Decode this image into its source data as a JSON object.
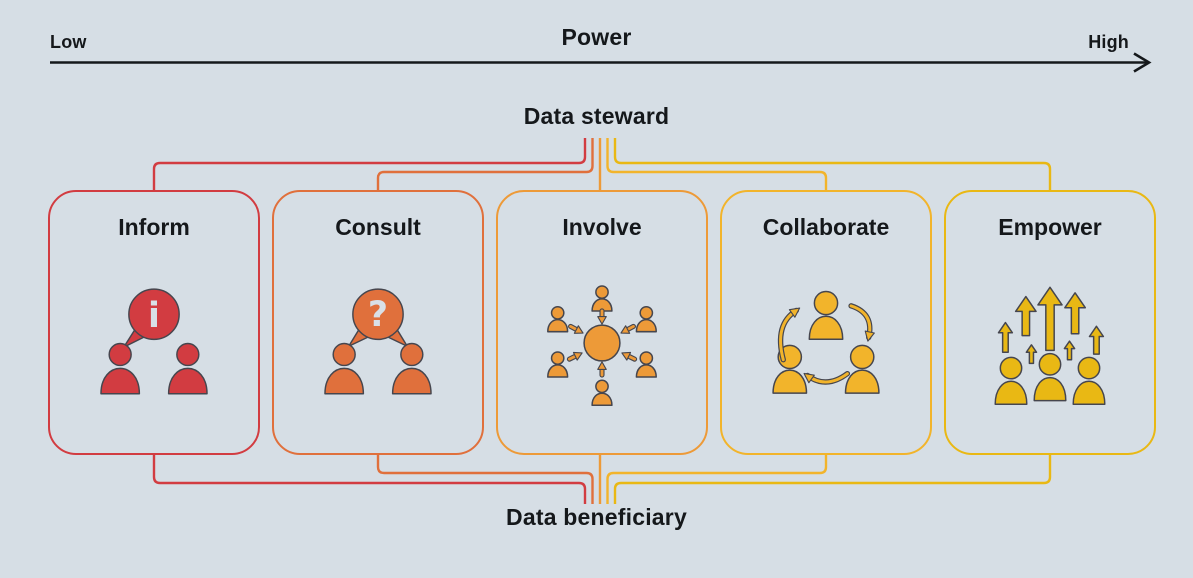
{
  "axis": {
    "title": "Power",
    "left_label": "Low",
    "right_label": "High"
  },
  "top_node": {
    "label": "Data steward"
  },
  "bottom_node": {
    "label": "Data beneficiary"
  },
  "stages": [
    {
      "label": "Inform",
      "color": "#d23c41",
      "icon": "info-speech-bubble-between-two-people-icon",
      "bubble_glyph": "i"
    },
    {
      "label": "Consult",
      "color": "#e0703c",
      "icon": "question-speech-bubble-between-two-people-icon",
      "bubble_glyph": "?"
    },
    {
      "label": "Involve",
      "color": "#ed9a38",
      "icon": "people-converging-on-circle-icon"
    },
    {
      "label": "Collaborate",
      "color": "#f2b42b",
      "icon": "three-people-cycle-arrows-icon"
    },
    {
      "label": "Empower",
      "color": "#e9b814",
      "icon": "people-with-rising-arrows-icon"
    }
  ],
  "colors": {
    "background": "#d6dee5",
    "text": "#15181b",
    "icon_outline": "#46464e",
    "bubble_glyph_fill": "#d9e0e7"
  }
}
